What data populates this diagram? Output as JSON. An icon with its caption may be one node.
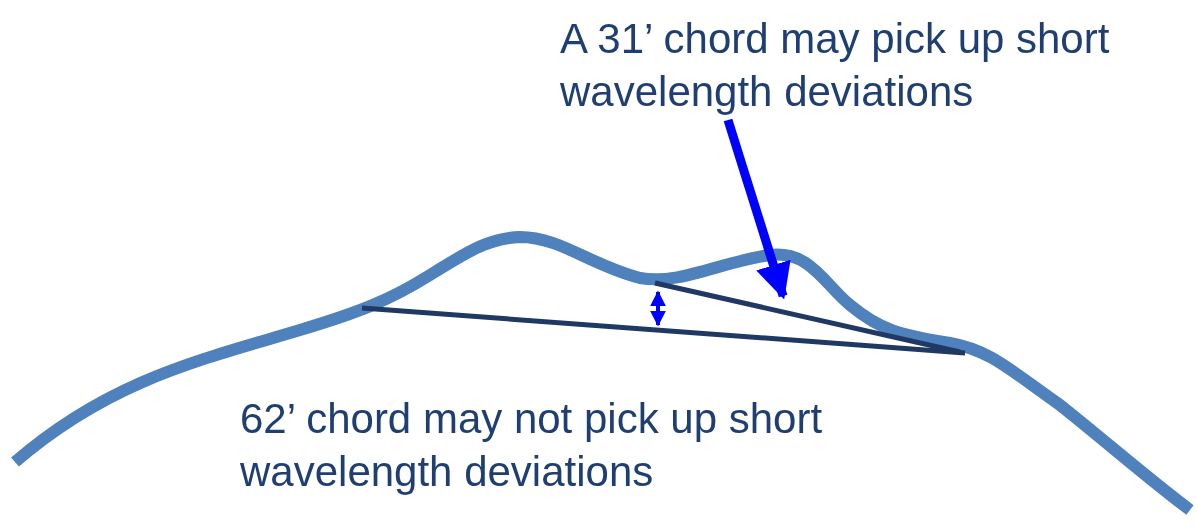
{
  "diagram": {
    "nodes": [
      {
        "text": [
          "A 31’ chord may pick up short wavelength deviations"
        ]
      },
      {
        "text": [],
        "shape": "line"
      }
    ],
    "edges": [
      {
        "from": 0,
        "to": 1,
        "arrow": "to"
      }
    ],
    "labels": [
      "62’ chord may not pick up short wavelength deviations"
    ]
  }
}
